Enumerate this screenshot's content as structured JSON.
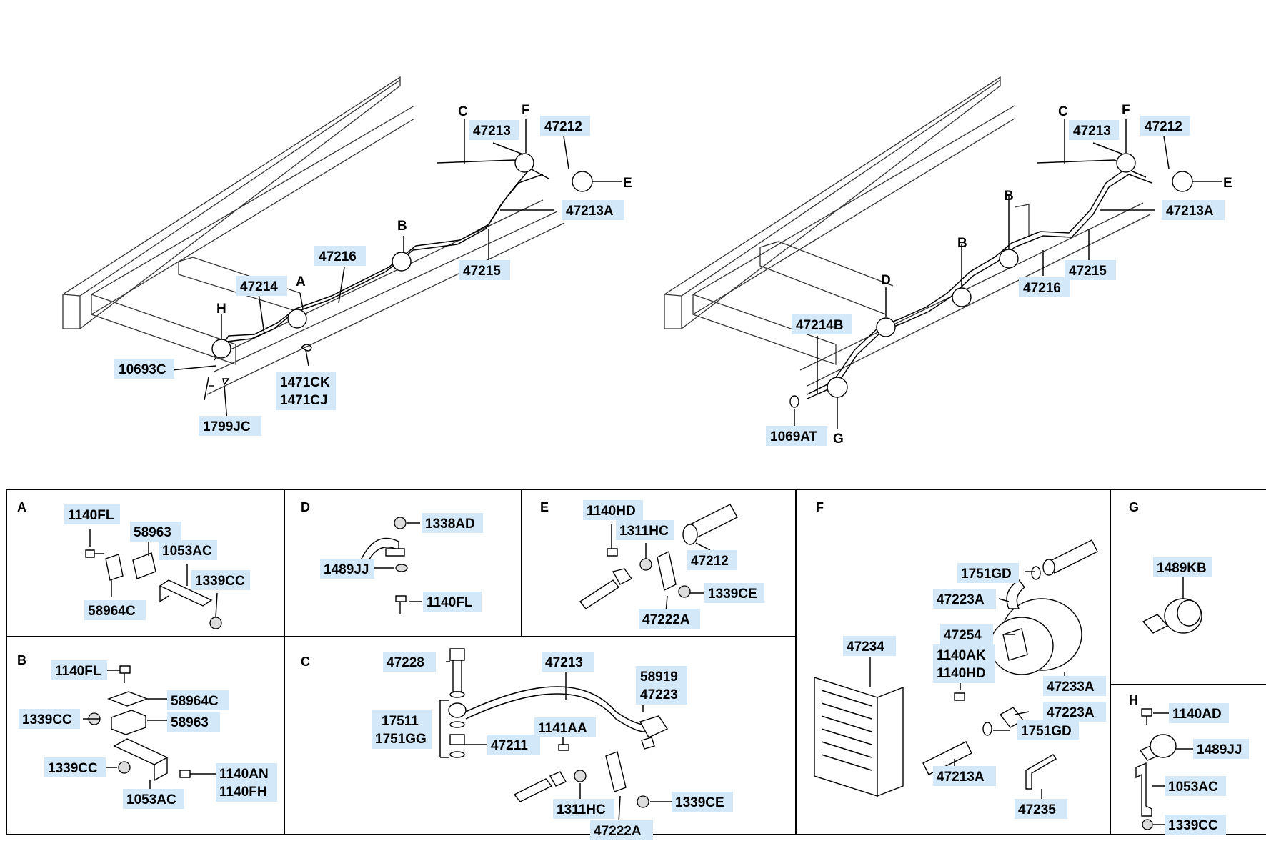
{
  "colors": {
    "label_bg": "#d3e8f8",
    "line": "#000000",
    "background": "#ffffff"
  },
  "top_left": {
    "callouts": [
      "C",
      "F",
      "47213",
      "47212",
      "E",
      "47213A",
      "B",
      "47216",
      "47215",
      "47214",
      "A",
      "H",
      "10693C",
      "1471CK",
      "1471CJ",
      "1799JC"
    ]
  },
  "top_right": {
    "callouts": [
      "C",
      "F",
      "47213",
      "47212",
      "E",
      "47213A",
      "B",
      "B",
      "47215",
      "47216",
      "D",
      "47214B",
      "1069AT",
      "G"
    ]
  },
  "detail_boxes": {
    "A": {
      "letter": "A",
      "parts": [
        "1140FL",
        "58963",
        "1053AC",
        "1339CC",
        "58964C"
      ]
    },
    "D": {
      "letter": "D",
      "parts": [
        "1338AD",
        "1489JJ",
        "1140FL"
      ]
    },
    "E": {
      "letter": "E",
      "parts": [
        "1140HD",
        "1311HC",
        "47212",
        "1339CE",
        "47222A"
      ]
    },
    "F": {
      "letter": "F",
      "parts": [
        "1751GD",
        "47223A",
        "47254",
        "1140AK",
        "1140HD",
        "47234",
        "47233A",
        "47223A",
        "1751GD",
        "47213A",
        "47235"
      ]
    },
    "G": {
      "letter": "G",
      "parts": [
        "1489KB"
      ]
    },
    "B": {
      "letter": "B",
      "parts": [
        "1140FL",
        "58964C",
        "1339CC",
        "58963",
        "1339CC",
        "1140AN",
        "1140FH",
        "1053AC"
      ]
    },
    "C": {
      "letter": "C",
      "parts": [
        "47228",
        "47213",
        "58919",
        "47223",
        "17511",
        "1751GG",
        "47211",
        "1141AA",
        "1311HC",
        "1339CE",
        "47222A"
      ]
    },
    "H": {
      "letter": "H",
      "parts": [
        "1140AD",
        "1489JJ",
        "1053AC",
        "1339CC"
      ]
    }
  }
}
